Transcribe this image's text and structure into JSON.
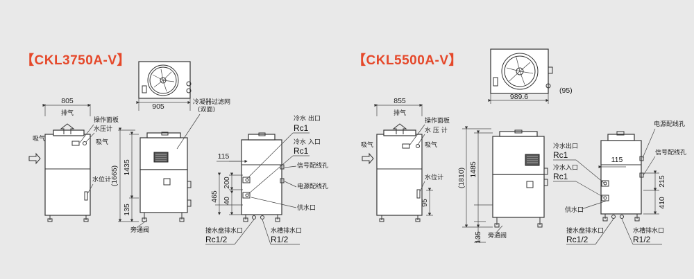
{
  "models": [
    {
      "title": "【CKL3750A-V】",
      "dims": {
        "width": "805",
        "fan_width": "905",
        "height_total": "(1665)",
        "height_body": "1435",
        "height_base": "135",
        "d115": "115",
        "d200": "200",
        "d465": "465",
        "d40": "40"
      },
      "labels": {
        "exhaust": "排气",
        "intake": "吸气",
        "intake2": "吸气",
        "panel": "操作面板",
        "gauge": "水压计",
        "level": "水位计",
        "filter": "冷凝器过滤网",
        "filter2": "(双面)",
        "bypass": "旁通阀",
        "cw_out": "冷水 出口",
        "cw_out_spec": "Rc1",
        "cw_in": "冷水 入口",
        "cw_in_spec": "Rc1",
        "signal": "信号配线孔",
        "power": "电源配线孔",
        "supply": "供水口",
        "tray_drain": "接水盘排水口",
        "tray_spec": "Rc1/2",
        "tank_drain": "水槽排水口",
        "tank_spec": "R1/2"
      }
    },
    {
      "title": "【CKL5500A-V】",
      "dims": {
        "width": "855",
        "fan_width": "989.6",
        "fan_depth": "(95)",
        "height_total": "(1810)",
        "height_body": "1485",
        "height_base": "135",
        "d95": "95",
        "d115": "115",
        "d215": "215",
        "d410": "410"
      },
      "labels": {
        "exhaust": "排气",
        "intake": "吸气",
        "intake2": "吸气",
        "panel": "操作面板",
        "gauge": "水 压 计",
        "level": "水位计",
        "bypass": "旁通阀",
        "cw_out": "冷水出口",
        "cw_out_spec": "Rc1",
        "cw_in": "冷水入口",
        "cw_in_spec": "Rc1",
        "power": "电源配线孔",
        "signal": "信号配线孔",
        "supply": "供水口",
        "tray_drain": "接水盘排水口",
        "tray_spec": "Rc1/2",
        "tank_drain": "水槽排水口",
        "tank_spec": "R1/2"
      }
    }
  ],
  "colors": {
    "title": "#e5482a",
    "line": "#333333",
    "background": "#e9e9e9"
  }
}
